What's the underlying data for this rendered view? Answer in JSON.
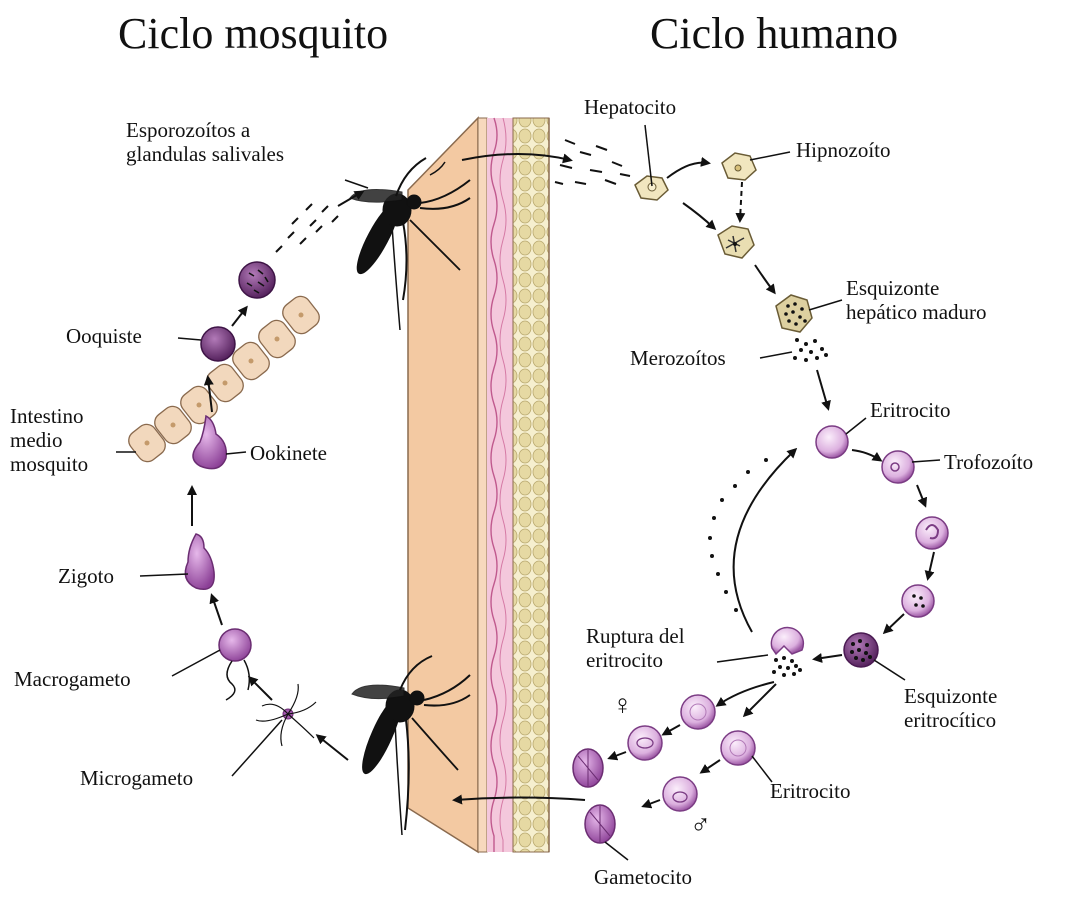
{
  "titles": {
    "mosquito_cycle": "Ciclo mosquito",
    "human_cycle": "Ciclo humano"
  },
  "labels": {
    "sporozoites": "Esporozoítos a\nglandulas salivales",
    "oocyst": "Ooquiste",
    "midgut": "Intestino\nmedio\nmosquito",
    "ookinete": "Ookinete",
    "zygote": "Zigoto",
    "macrogamete": "Macrogameto",
    "microgamete": "Microgameto",
    "hepatocyte": "Hepatocito",
    "hypnozoite": "Hipnozoíto",
    "liver_schizont": "Esquizonte\nhepático maduro",
    "merozoites": "Merozoítos",
    "erythrocyte_top": "Eritrocito",
    "trophozoite": "Trofozoíto",
    "erythrocyte_rupture": "Ruptura del\neritrocito",
    "erythrocytic_schizont": "Esquizonte\neritrocítico",
    "erythrocyte_bottom": "Eritrocito",
    "gametocyte": "Gametocito",
    "female_symbol": "♀",
    "male_symbol": "♂"
  },
  "colors": {
    "skin_outer": "#f3c9a2",
    "skin_edge": "#b58a67",
    "dermis_pink": "#f2b9d3",
    "fat_yellow": "#ece2b6",
    "hepatocyte_fill": "#f1e6bf",
    "rbc_fill": "#e8c6ea",
    "parasite_purple": "#a558b0",
    "oocyst_dark": "#6b2d72",
    "midgut_cell": "#f2d8bd",
    "mosquito_black": "#111111"
  }
}
